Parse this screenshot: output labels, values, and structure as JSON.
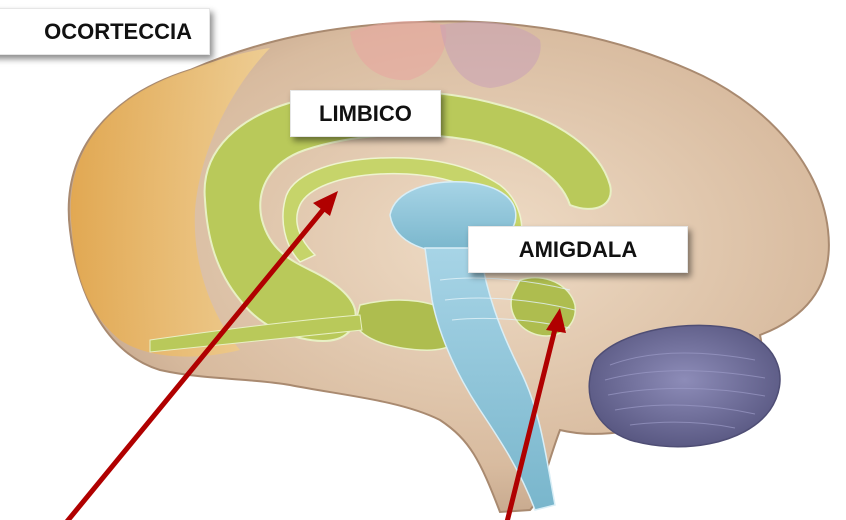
{
  "labels": {
    "neocortex": "OCORTECCIA",
    "limbic": "LIMBICO",
    "amygdala": "AMIGDALA"
  },
  "colors": {
    "arrow": "#b00000",
    "cortex_front": "#e7b76a",
    "cortex_main": "#d9c0a6",
    "limbic": "#b9c95a",
    "brainstem": "#8fc3d8",
    "cerebellum": "#6f6e9c"
  }
}
